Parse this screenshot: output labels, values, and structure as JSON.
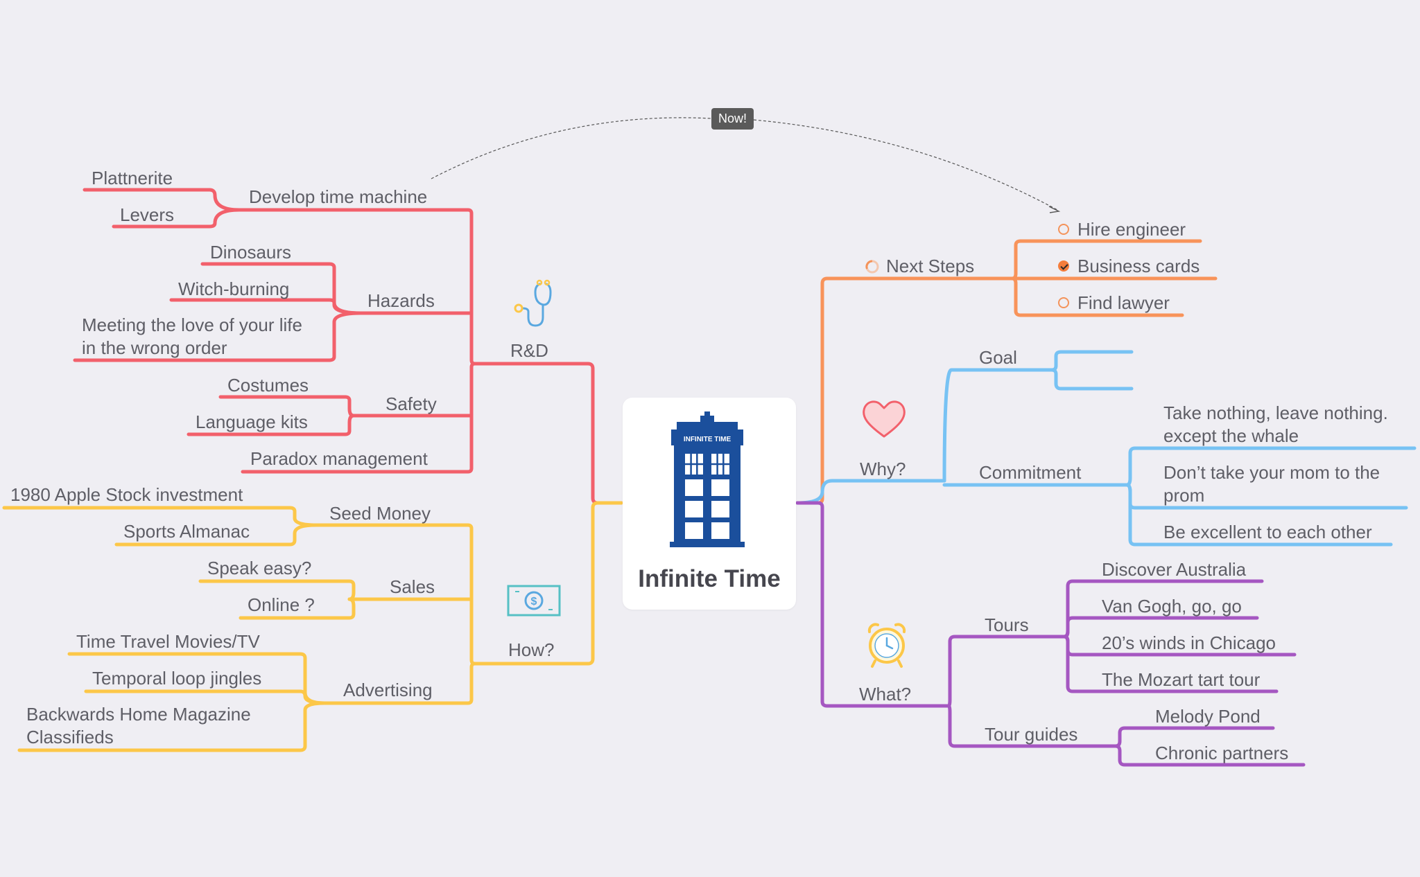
{
  "center": {
    "title": "Infinite Time",
    "sign": "INFINITE TIME"
  },
  "relationship": {
    "label": "Now!"
  },
  "colors": {
    "rd": "#f2606b",
    "how": "#fcc748",
    "next": "#f8935a",
    "why": "#77c2f3",
    "what": "#a557c1",
    "tardis": "#1b4f9c"
  },
  "rd": {
    "label": "R&D",
    "icon": "stethoscope-icon",
    "develop": {
      "label": "Develop time machine",
      "items": [
        "Plattnerite",
        "Levers"
      ]
    },
    "hazards": {
      "label": "Hazards",
      "items": [
        "Dinosaurs",
        "Witch-burning",
        "Meeting the love of your life in the wrong order"
      ]
    },
    "safety": {
      "label": "Safety",
      "items": [
        "Costumes",
        "Language kits"
      ]
    },
    "paradox": {
      "label": "Paradox management"
    }
  },
  "how": {
    "label": "How?",
    "icon": "money-icon",
    "seed": {
      "label": "Seed Money",
      "items": [
        "1980 Apple Stock investment",
        "Sports Almanac"
      ]
    },
    "sales": {
      "label": "Sales",
      "items": [
        "Speak easy?",
        "Online ?"
      ]
    },
    "advertising": {
      "label": "Advertising",
      "items": [
        "Time Travel Movies/TV",
        "Temporal loop jingles",
        "Backwards Home Magazine Classifieds"
      ]
    }
  },
  "next": {
    "label": "Next Steps",
    "icon": "progress-ring-icon",
    "tasks": [
      {
        "label": "Hire engineer",
        "done": false
      },
      {
        "label": "Business cards",
        "done": true
      },
      {
        "label": "Find lawyer",
        "done": false
      }
    ]
  },
  "why": {
    "label": "Why?",
    "icon": "heart-icon",
    "goal": {
      "label": "Goal"
    },
    "commitment": {
      "label": "Commitment",
      "items": [
        "Take nothing, leave nothing. except the whale",
        "Don’t take your mom to the prom",
        "Be excellent to each other"
      ]
    }
  },
  "what": {
    "label": "What?",
    "icon": "alarm-clock-icon",
    "tours": {
      "label": "Tours",
      "items": [
        "Discover Australia",
        "Van Gogh, go, go",
        "20’s winds in Chicago",
        "The Mozart tart tour"
      ]
    },
    "guides": {
      "label": "Tour guides",
      "items": [
        "Melody Pond",
        "Chronic partners"
      ]
    }
  }
}
